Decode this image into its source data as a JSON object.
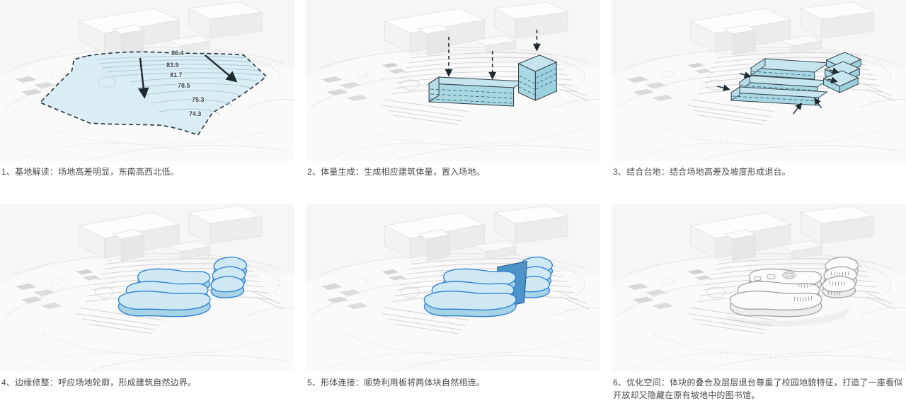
{
  "document": {
    "type": "architectural-concept-diagram-sheet",
    "language": "zh-CN"
  },
  "colors": {
    "panel_bg": "#f6f6f6",
    "site_blue_fill": "#d7ebf3",
    "mass_top_blue": "#c6e5ee",
    "mass_side_blue": "#a9d8e4",
    "plate_stroke_blue": "#2f7fd3",
    "connector_blue": "#4d92c9",
    "outline_dark": "#37474f",
    "arrow_dark": "#1d2b31",
    "caption_text": "#4b4b4b"
  },
  "panels": [
    {
      "caption": "1、基地解读：场地高差明显，东南高西北低。",
      "elevations": [
        "86.4",
        "83.9",
        "81.7",
        "78.5",
        "75.3",
        "74.3"
      ]
    },
    {
      "caption": "2、体量生成：生成相应建筑体量，置入场地。"
    },
    {
      "caption": "3、结合台地：结合场地高差及坡度形成退台。"
    },
    {
      "caption": "4、边缘修整：呼应场地轮廓，形成建筑自然边界。"
    },
    {
      "caption": "5、形体连接：顺势利用板将两体块自然相连。"
    },
    {
      "caption": "6、优化空间：体块的叠合及层层退台尊重了校园地貌特征，打造了一座看似开放却又隐藏在原有坡地中的图书馆。"
    }
  ]
}
